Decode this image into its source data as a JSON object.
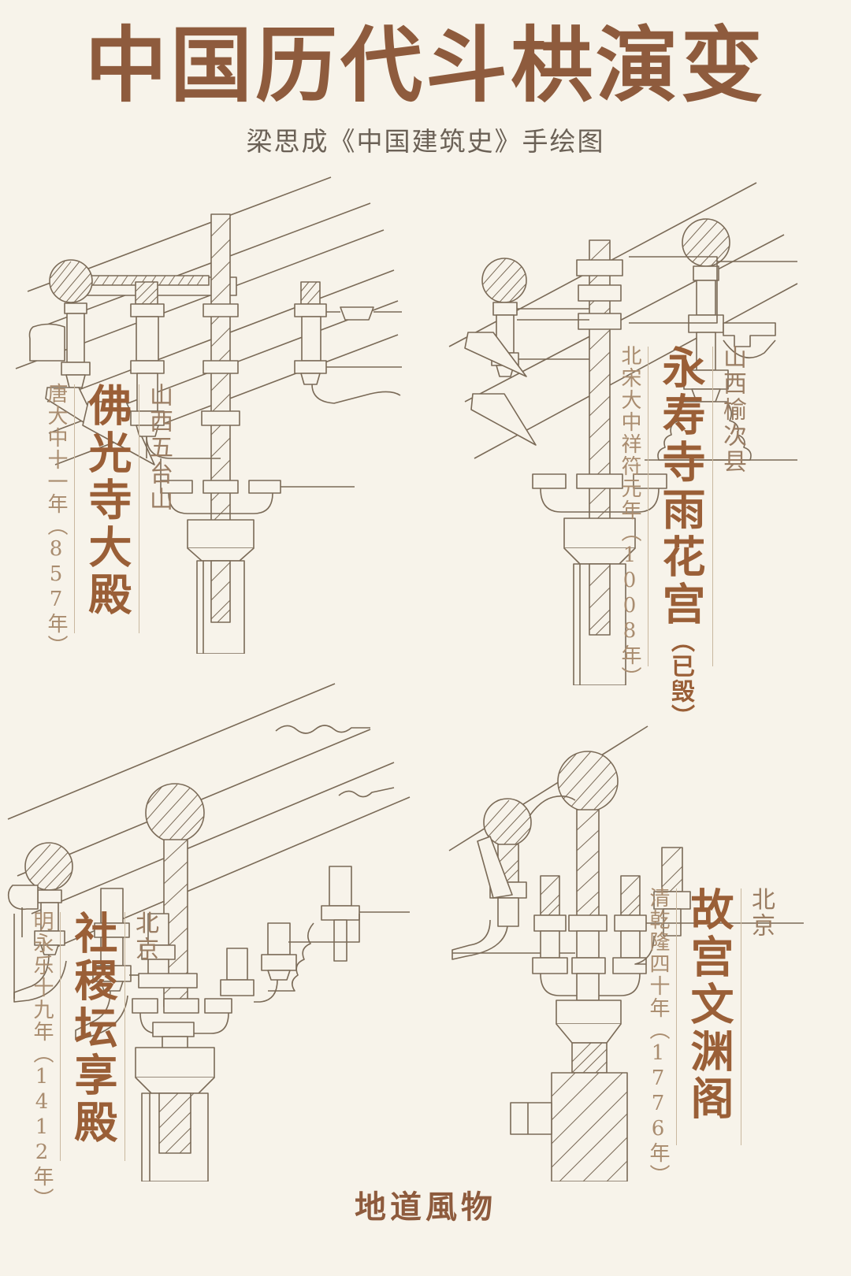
{
  "header": {
    "title": "中国历代斗栱演变",
    "subtitle": "梁思成《中国建筑史》手绘图"
  },
  "colors": {
    "background": "#f7f3ea",
    "title": "#8e5b3d",
    "subtitle": "#6b6156",
    "name": "#9a5f37",
    "location": "#9a7d63",
    "date": "#a98c6f",
    "line": "#7a6a57",
    "rule": "#c9b89f"
  },
  "panels": [
    {
      "id": "panel-tang",
      "location": "山西五台山",
      "name": "佛光寺大殿",
      "name_suffix": "",
      "date": "唐大中十一年（857年）"
    },
    {
      "id": "panel-song",
      "location": "山西榆次县",
      "name": "永寿寺雨花宫",
      "name_suffix": "（已毁）",
      "date": "北宋大中祥符元年（1008年）"
    },
    {
      "id": "panel-ming",
      "location": "北京",
      "name": "社稷坛享殿",
      "name_suffix": "",
      "date": "明永乐十九年（1412年）"
    },
    {
      "id": "panel-qing",
      "location": "北京",
      "name": "故宫文渊阁",
      "name_suffix": "",
      "date": "清乾隆四十年（1776年）"
    }
  ],
  "footer": {
    "brand": "地道風物"
  }
}
